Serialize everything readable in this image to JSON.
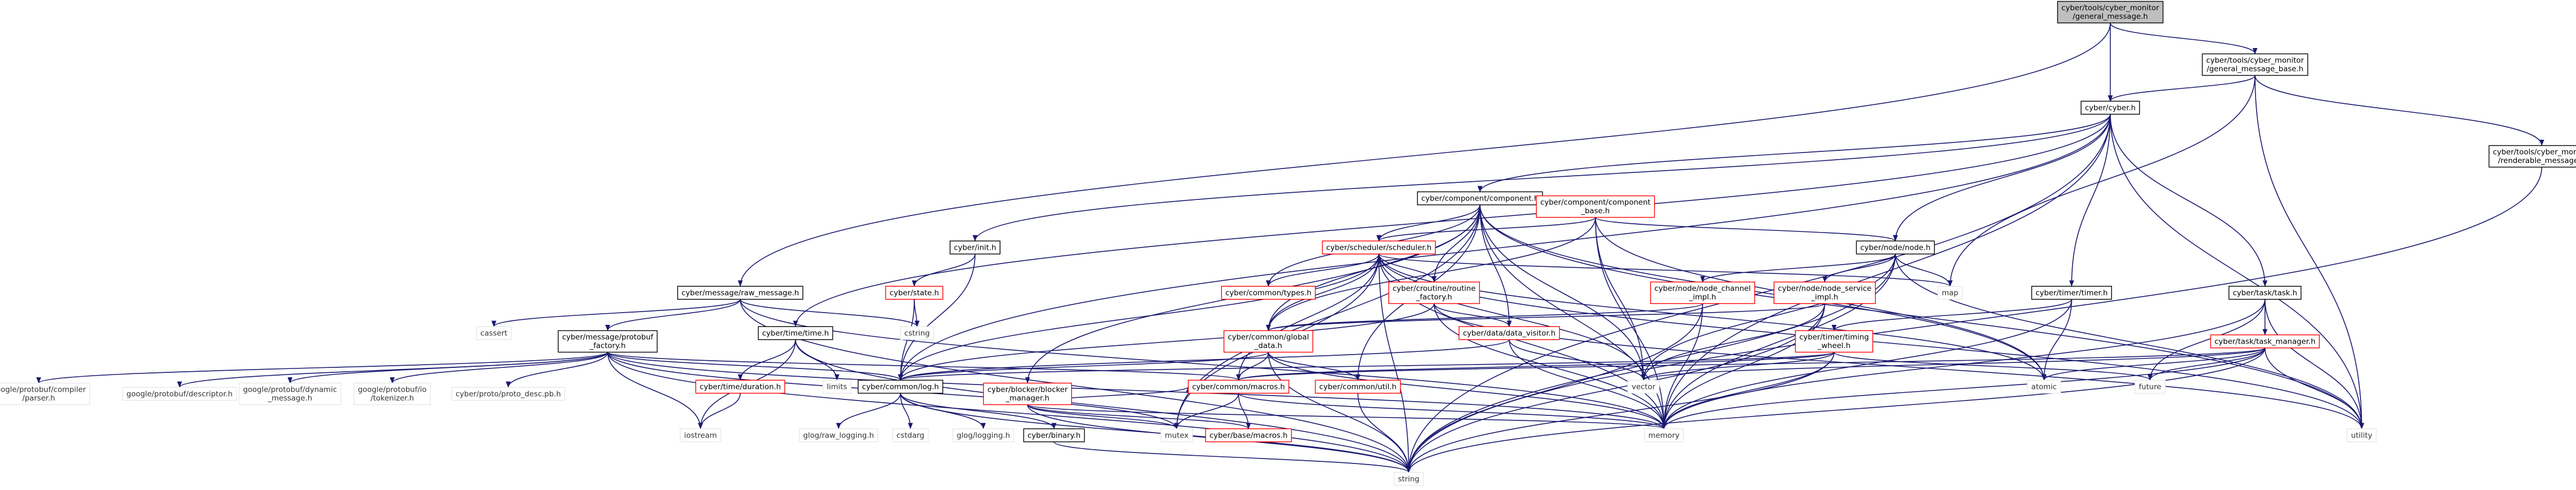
{
  "graph": {
    "nodes": [
      {
        "id": "root",
        "lines": [
          "cyber/tools/cyber_monitor",
          "/general_message.h"
        ],
        "style": "root"
      },
      {
        "id": "gmb",
        "lines": [
          "cyber/tools/cyber_monitor",
          "/general_message_base.h"
        ],
        "style": "normal"
      },
      {
        "id": "raw",
        "lines": [
          "cyber/message/raw_message.h"
        ],
        "style": "normal"
      },
      {
        "id": "cyber",
        "lines": [
          "cyber/cyber.h"
        ],
        "style": "normal"
      },
      {
        "id": "rmsg",
        "lines": [
          "cyber/tools/cyber_monitor",
          "/renderable_message.h"
        ],
        "style": "normal"
      },
      {
        "id": "comp",
        "lines": [
          "cyber/component/component.h"
        ],
        "style": "normal"
      },
      {
        "id": "compbase",
        "lines": [
          "cyber/component/component",
          "_base.h"
        ],
        "style": "red"
      },
      {
        "id": "init",
        "lines": [
          "cyber/init.h"
        ],
        "style": "normal"
      },
      {
        "id": "sched",
        "lines": [
          "cyber/scheduler/scheduler.h"
        ],
        "style": "red"
      },
      {
        "id": "node",
        "lines": [
          "cyber/node/node.h"
        ],
        "style": "normal"
      },
      {
        "id": "state",
        "lines": [
          "cyber/state.h"
        ],
        "style": "red"
      },
      {
        "id": "types",
        "lines": [
          "cyber/common/types.h"
        ],
        "style": "red"
      },
      {
        "id": "rf",
        "lines": [
          "cyber/croutine/routine",
          "_factory.h"
        ],
        "style": "red"
      },
      {
        "id": "nci",
        "lines": [
          "cyber/node/node_channel",
          "_impl.h"
        ],
        "style": "red"
      },
      {
        "id": "nsi",
        "lines": [
          "cyber/node/node_service",
          "_impl.h"
        ],
        "style": "red"
      },
      {
        "id": "map",
        "lines": [
          "map"
        ],
        "style": "gray"
      },
      {
        "id": "timer",
        "lines": [
          "cyber/timer/timer.h"
        ],
        "style": "normal"
      },
      {
        "id": "task",
        "lines": [
          "cyber/task/task.h"
        ],
        "style": "normal"
      },
      {
        "id": "cassert",
        "lines": [
          "cassert"
        ],
        "style": "gray"
      },
      {
        "id": "pbf",
        "lines": [
          "cyber/message/protobuf",
          "_factory.h"
        ],
        "style": "normal"
      },
      {
        "id": "time",
        "lines": [
          "cyber/time/time.h"
        ],
        "style": "normal"
      },
      {
        "id": "cstring",
        "lines": [
          "cstring"
        ],
        "style": "gray"
      },
      {
        "id": "gd",
        "lines": [
          "cyber/common/global",
          "_data.h"
        ],
        "style": "red"
      },
      {
        "id": "dv",
        "lines": [
          "cyber/data/data_visitor.h"
        ],
        "style": "red"
      },
      {
        "id": "tw",
        "lines": [
          "cyber/timer/timing",
          "_wheel.h"
        ],
        "style": "red"
      },
      {
        "id": "tm",
        "lines": [
          "cyber/task/task_manager.h"
        ],
        "style": "red"
      },
      {
        "id": "dur",
        "lines": [
          "cyber/time/duration.h"
        ],
        "style": "red"
      },
      {
        "id": "limits",
        "lines": [
          "limits"
        ],
        "style": "gray"
      },
      {
        "id": "log",
        "lines": [
          "cyber/common/log.h"
        ],
        "style": "normal"
      },
      {
        "id": "bm",
        "lines": [
          "cyber/blocker/blocker",
          "_manager.h"
        ],
        "style": "red"
      },
      {
        "id": "macros",
        "lines": [
          "cyber/common/macros.h"
        ],
        "style": "red"
      },
      {
        "id": "util",
        "lines": [
          "cyber/common/util.h"
        ],
        "style": "red"
      },
      {
        "id": "vector",
        "lines": [
          "vector"
        ],
        "style": "gray"
      },
      {
        "id": "atomic",
        "lines": [
          "atomic"
        ],
        "style": "gray"
      },
      {
        "id": "future",
        "lines": [
          "future"
        ],
        "style": "gray"
      },
      {
        "id": "gpc",
        "lines": [
          "google/protobuf/compiler",
          "/parser.h"
        ],
        "style": "gray"
      },
      {
        "id": "gpd",
        "lines": [
          "google/protobuf/descriptor.h"
        ],
        "style": "gray"
      },
      {
        "id": "gpdm",
        "lines": [
          "google/protobuf/dynamic",
          "_message.h"
        ],
        "style": "gray"
      },
      {
        "id": "gpio",
        "lines": [
          "google/protobuf/io",
          "/tokenizer.h"
        ],
        "style": "gray"
      },
      {
        "id": "ppd",
        "lines": [
          "cyber/proto/proto_desc.pb.h"
        ],
        "style": "gray"
      },
      {
        "id": "iostream",
        "lines": [
          "iostream"
        ],
        "style": "gray"
      },
      {
        "id": "cstdarg",
        "lines": [
          "cstdarg"
        ],
        "style": "gray"
      },
      {
        "id": "glograw",
        "lines": [
          "glog/raw_logging.h"
        ],
        "style": "gray"
      },
      {
        "id": "glog",
        "lines": [
          "glog/logging.h"
        ],
        "style": "gray"
      },
      {
        "id": "binary",
        "lines": [
          "cyber/binary.h"
        ],
        "style": "normal"
      },
      {
        "id": "mutex",
        "lines": [
          "mutex"
        ],
        "style": "gray"
      },
      {
        "id": "basemacros",
        "lines": [
          "cyber/base/macros.h"
        ],
        "style": "red"
      },
      {
        "id": "memory",
        "lines": [
          "memory"
        ],
        "style": "gray"
      },
      {
        "id": "utility",
        "lines": [
          "utility"
        ],
        "style": "gray"
      },
      {
        "id": "string",
        "lines": [
          "string"
        ],
        "style": "gray"
      }
    ],
    "edges": [
      [
        "root",
        "gmb"
      ],
      [
        "root",
        "raw"
      ],
      [
        "root",
        "cyber"
      ],
      [
        "gmb",
        "cyber"
      ],
      [
        "gmb",
        "rmsg"
      ],
      [
        "gmb",
        "map"
      ],
      [
        "gmb",
        "utility"
      ],
      [
        "rmsg",
        "string"
      ],
      [
        "cyber",
        "comp"
      ],
      [
        "cyber",
        "init"
      ],
      [
        "cyber",
        "node"
      ],
      [
        "cyber",
        "time"
      ],
      [
        "cyber",
        "timer"
      ],
      [
        "cyber",
        "task"
      ],
      [
        "cyber",
        "log"
      ],
      [
        "cyber",
        "memory"
      ],
      [
        "cyber",
        "string"
      ],
      [
        "cyber",
        "utility"
      ],
      [
        "comp",
        "compbase"
      ],
      [
        "comp",
        "sched"
      ],
      [
        "comp",
        "types"
      ],
      [
        "comp",
        "rf"
      ],
      [
        "comp",
        "gd"
      ],
      [
        "comp",
        "dv"
      ],
      [
        "comp",
        "bm"
      ],
      [
        "comp",
        "util"
      ],
      [
        "comp",
        "vector"
      ],
      [
        "comp",
        "memory"
      ],
      [
        "comp",
        "utility"
      ],
      [
        "comp",
        "mutex"
      ],
      [
        "comp",
        "atomic"
      ],
      [
        "compbase",
        "sched"
      ],
      [
        "compbase",
        "node"
      ],
      [
        "compbase",
        "gd"
      ],
      [
        "compbase",
        "vector"
      ],
      [
        "compbase",
        "memory"
      ],
      [
        "compbase",
        "atomic"
      ],
      [
        "init",
        "state"
      ],
      [
        "init",
        "log"
      ],
      [
        "state",
        "cstring"
      ],
      [
        "state",
        "log"
      ],
      [
        "sched",
        "types"
      ],
      [
        "sched",
        "rf"
      ],
      [
        "sched",
        "map"
      ],
      [
        "sched",
        "gd"
      ],
      [
        "sched",
        "macros"
      ],
      [
        "sched",
        "log"
      ],
      [
        "sched",
        "vector"
      ],
      [
        "sched",
        "memory"
      ],
      [
        "sched",
        "mutex"
      ],
      [
        "sched",
        "string"
      ],
      [
        "sched",
        "utility"
      ],
      [
        "sched",
        "atomic"
      ],
      [
        "node",
        "nci"
      ],
      [
        "node",
        "nsi"
      ],
      [
        "node",
        "map"
      ],
      [
        "node",
        "memory"
      ],
      [
        "node",
        "string"
      ],
      [
        "node",
        "utility"
      ],
      [
        "node",
        "vector"
      ],
      [
        "nci",
        "gd"
      ],
      [
        "nci",
        "memory"
      ],
      [
        "nci",
        "string"
      ],
      [
        "nsi",
        "gd"
      ],
      [
        "nsi",
        "memory"
      ],
      [
        "nsi",
        "string"
      ],
      [
        "nsi",
        "vector"
      ],
      [
        "rf",
        "dv"
      ],
      [
        "rf",
        "log"
      ],
      [
        "rf",
        "memory"
      ],
      [
        "rf",
        "utility"
      ],
      [
        "timer",
        "tw"
      ],
      [
        "timer",
        "atomic"
      ],
      [
        "timer",
        "memory"
      ],
      [
        "tw",
        "log"
      ],
      [
        "tw",
        "macros"
      ],
      [
        "tw",
        "future"
      ],
      [
        "tw",
        "memory"
      ],
      [
        "tw",
        "string"
      ],
      [
        "tw",
        "vector"
      ],
      [
        "task",
        "tm"
      ],
      [
        "task",
        "future"
      ],
      [
        "task",
        "utility"
      ],
      [
        "task",
        "memory"
      ],
      [
        "tm",
        "macros"
      ],
      [
        "tm",
        "future"
      ],
      [
        "tm",
        "memory"
      ],
      [
        "tm",
        "string"
      ],
      [
        "tm",
        "utility"
      ],
      [
        "tm",
        "vector"
      ],
      [
        "tm",
        "atomic"
      ],
      [
        "raw",
        "cassert"
      ],
      [
        "raw",
        "pbf"
      ],
      [
        "raw",
        "cstring"
      ],
      [
        "raw",
        "memory"
      ],
      [
        "raw",
        "string"
      ],
      [
        "pbf",
        "gpc"
      ],
      [
        "pbf",
        "gpd"
      ],
      [
        "pbf",
        "gpdm"
      ],
      [
        "pbf",
        "gpio"
      ],
      [
        "pbf",
        "ppd"
      ],
      [
        "pbf",
        "log"
      ],
      [
        "pbf",
        "macros"
      ],
      [
        "pbf",
        "iostream"
      ],
      [
        "pbf",
        "memory"
      ],
      [
        "pbf",
        "mutex"
      ],
      [
        "pbf",
        "string"
      ],
      [
        "time",
        "dur"
      ],
      [
        "time",
        "limits"
      ],
      [
        "time",
        "iostream"
      ],
      [
        "time",
        "string"
      ],
      [
        "dur",
        "iostream"
      ],
      [
        "gd",
        "log"
      ],
      [
        "gd",
        "macros"
      ],
      [
        "gd",
        "util"
      ],
      [
        "gd",
        "string"
      ],
      [
        "gd",
        "memory"
      ],
      [
        "dv",
        "vector"
      ],
      [
        "dv",
        "memory"
      ],
      [
        "dv",
        "log"
      ],
      [
        "bm",
        "macros"
      ],
      [
        "bm",
        "memory"
      ],
      [
        "bm",
        "mutex"
      ],
      [
        "bm",
        "string"
      ],
      [
        "bm",
        "basemacros"
      ],
      [
        "log",
        "cstdarg"
      ],
      [
        "log",
        "glograw"
      ],
      [
        "log",
        "glog"
      ],
      [
        "log",
        "binary"
      ],
      [
        "log",
        "string"
      ],
      [
        "binary",
        "string"
      ],
      [
        "macros",
        "basemacros"
      ],
      [
        "macros",
        "memory"
      ],
      [
        "macros",
        "mutex"
      ],
      [
        "util",
        "string"
      ]
    ]
  }
}
